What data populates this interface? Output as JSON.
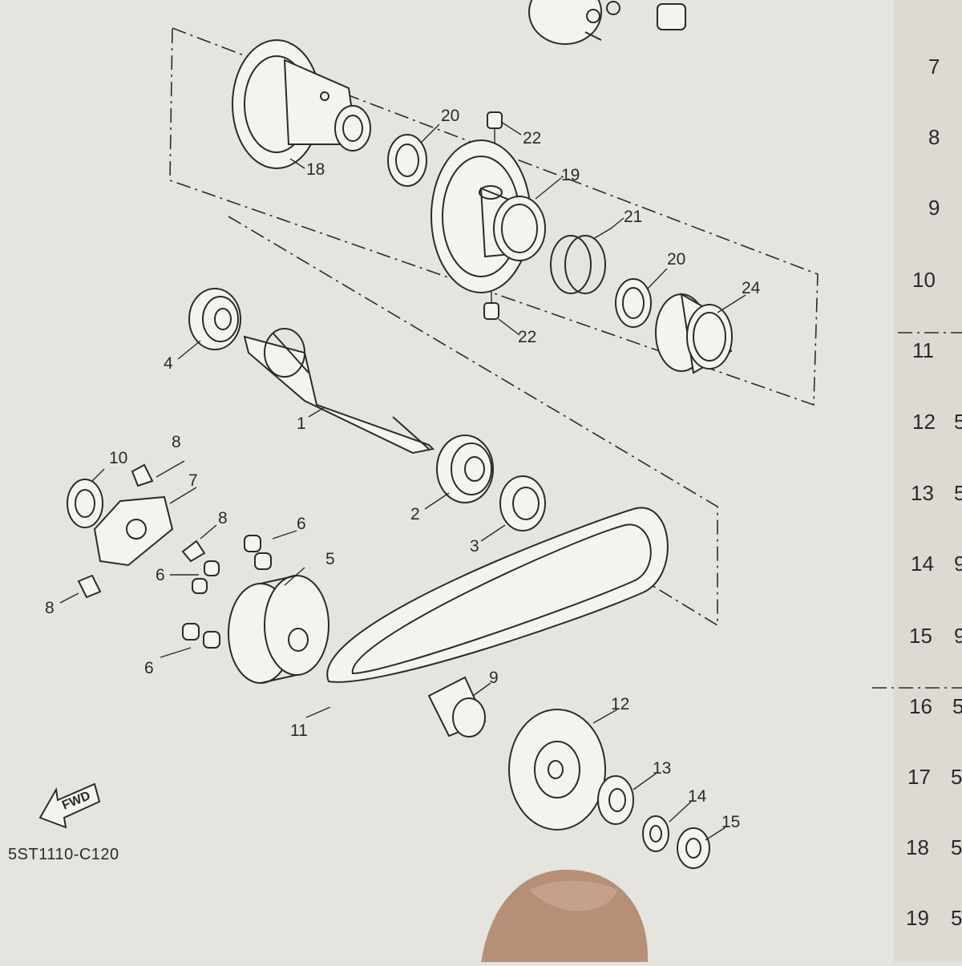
{
  "diagram": {
    "part_labels": [
      "1",
      "2",
      "3",
      "4",
      "5",
      "6",
      "6",
      "6",
      "7",
      "8",
      "8",
      "8",
      "9",
      "10",
      "11",
      "12",
      "13",
      "14",
      "15",
      "18",
      "19",
      "20",
      "20",
      "21",
      "22",
      "22",
      "24"
    ],
    "reference_code": "5ST1110-C120",
    "fwd_marker": "FWD"
  },
  "parts_list": {
    "row_numbers": [
      "7",
      "8",
      "9",
      "10",
      "11",
      "12",
      "13",
      "14",
      "15",
      "16",
      "17",
      "18",
      "19"
    ],
    "cut_digits": [
      "5",
      "5",
      "9",
      "9",
      "5",
      "5",
      "5",
      "5"
    ]
  },
  "colors": {
    "paper": "#e4e2dc",
    "ink": "#2b2b2b",
    "finger": "#b58f78"
  }
}
